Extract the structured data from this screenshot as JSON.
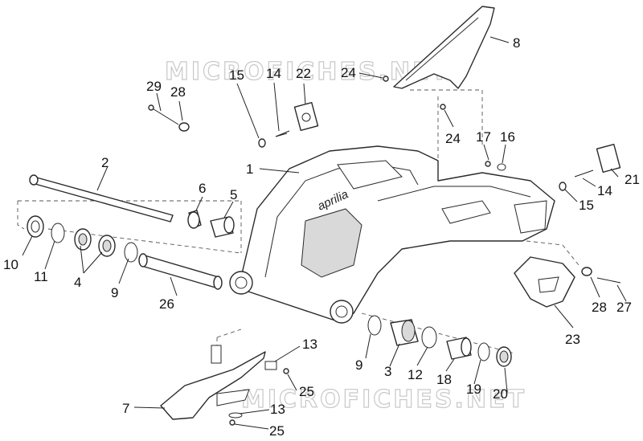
{
  "diagram": {
    "watermark": "MICROFICHES.NET",
    "brand_mark": "aprilia",
    "callouts": [
      {
        "id": "c1",
        "label": "1"
      },
      {
        "id": "c2",
        "label": "2"
      },
      {
        "id": "c3",
        "label": "3"
      },
      {
        "id": "c4",
        "label": "4"
      },
      {
        "id": "c5",
        "label": "5"
      },
      {
        "id": "c6",
        "label": "6"
      },
      {
        "id": "c7",
        "label": "7"
      },
      {
        "id": "c8",
        "label": "8"
      },
      {
        "id": "c9a",
        "label": "9"
      },
      {
        "id": "c9b",
        "label": "9"
      },
      {
        "id": "c10",
        "label": "10"
      },
      {
        "id": "c11",
        "label": "11"
      },
      {
        "id": "c12",
        "label": "12"
      },
      {
        "id": "c13a",
        "label": "13"
      },
      {
        "id": "c13b",
        "label": "13"
      },
      {
        "id": "c14a",
        "label": "14"
      },
      {
        "id": "c14b",
        "label": "14"
      },
      {
        "id": "c15a",
        "label": "15"
      },
      {
        "id": "c15b",
        "label": "15"
      },
      {
        "id": "c16",
        "label": "16"
      },
      {
        "id": "c17",
        "label": "17"
      },
      {
        "id": "c18",
        "label": "18"
      },
      {
        "id": "c19",
        "label": "19"
      },
      {
        "id": "c20",
        "label": "20"
      },
      {
        "id": "c21",
        "label": "21"
      },
      {
        "id": "c22",
        "label": "22"
      },
      {
        "id": "c23",
        "label": "23"
      },
      {
        "id": "c24a",
        "label": "24"
      },
      {
        "id": "c24b",
        "label": "24"
      },
      {
        "id": "c25a",
        "label": "25"
      },
      {
        "id": "c25b",
        "label": "25"
      },
      {
        "id": "c26",
        "label": "26"
      },
      {
        "id": "c27",
        "label": "27"
      },
      {
        "id": "c28a",
        "label": "28"
      },
      {
        "id": "c28b",
        "label": "28"
      },
      {
        "id": "c29",
        "label": "29"
      }
    ]
  }
}
